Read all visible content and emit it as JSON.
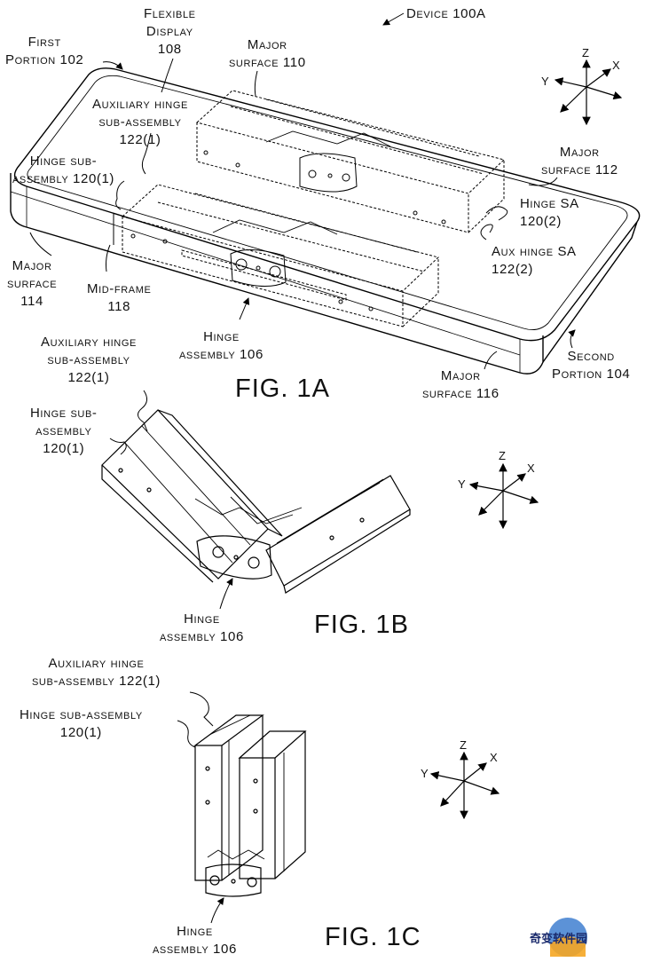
{
  "labels": {
    "device": "Device 100A",
    "flexible_display": [
      "Flexible",
      "Display",
      "108"
    ],
    "first_portion": [
      "First",
      "Portion 102"
    ],
    "major_surface_110": [
      "Major",
      "surface 110"
    ],
    "aux_hinge_1a": [
      "Auxiliary hinge",
      "sub-assembly",
      "122(1)"
    ],
    "hinge_sub_1a": [
      "Hinge sub-",
      "assembly 120(1)"
    ],
    "major_surface_112": [
      "Major",
      "surface 112"
    ],
    "hinge_sa_2": [
      "Hinge SA",
      "120(2)"
    ],
    "aux_hinge_sa_2": [
      "Aux hinge SA",
      "122(2)"
    ],
    "major_surface_114": [
      "Major",
      "surface",
      "114"
    ],
    "mid_frame": [
      "Mid-frame",
      "118"
    ],
    "hinge_assembly_1a": [
      "Hinge",
      "assembly 106"
    ],
    "second_portion": [
      "Second",
      "Portion 104"
    ],
    "major_surface_116": [
      "Major",
      "surface 116"
    ],
    "aux_hinge_1b": [
      "Auxiliary hinge",
      "sub-assembly",
      "122(1)"
    ],
    "hinge_sub_1b": [
      "Hinge sub-",
      "assembly",
      "120(1)"
    ],
    "hinge_assembly_1b": [
      "Hinge",
      "assembly 106"
    ],
    "aux_hinge_1c": [
      "Auxiliary hinge",
      "sub-assembly 122(1)"
    ],
    "hinge_sub_1c": [
      "Hinge sub-assembly",
      "120(1)"
    ],
    "hinge_assembly_1c": [
      "Hinge",
      "assembly 106"
    ]
  },
  "figures": {
    "fig_1a": "FIG. 1A",
    "fig_1b": "FIG. 1B",
    "fig_1c": "FIG. 1C"
  },
  "axes": {
    "z": "Z",
    "x": "X",
    "y": "Y"
  },
  "watermark": "奇变软件园"
}
